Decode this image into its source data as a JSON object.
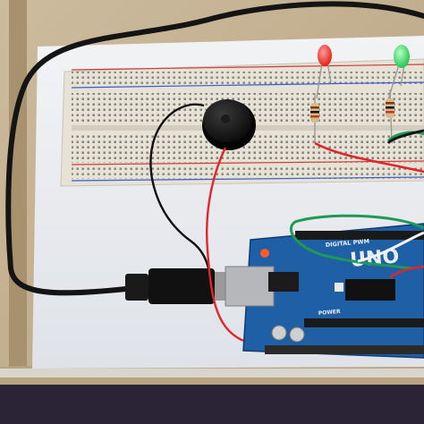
{
  "board": {
    "logo": "UNO",
    "digital_label": "DIGITAL PWM",
    "power_label": "POWER"
  },
  "colors": {
    "cardboard": "#c9b79a",
    "paper": "#eef0f3",
    "breadboard": "#e4e0d4",
    "arduino": "#1f5fa6",
    "red_wire": "#e0262b",
    "black_wire": "#141414",
    "green_wire": "#1f9a55",
    "white_wire": "#f2f2f2",
    "red_led": "#ff3b30",
    "green_led": "#3fe26a",
    "floor": "#2a2436"
  }
}
